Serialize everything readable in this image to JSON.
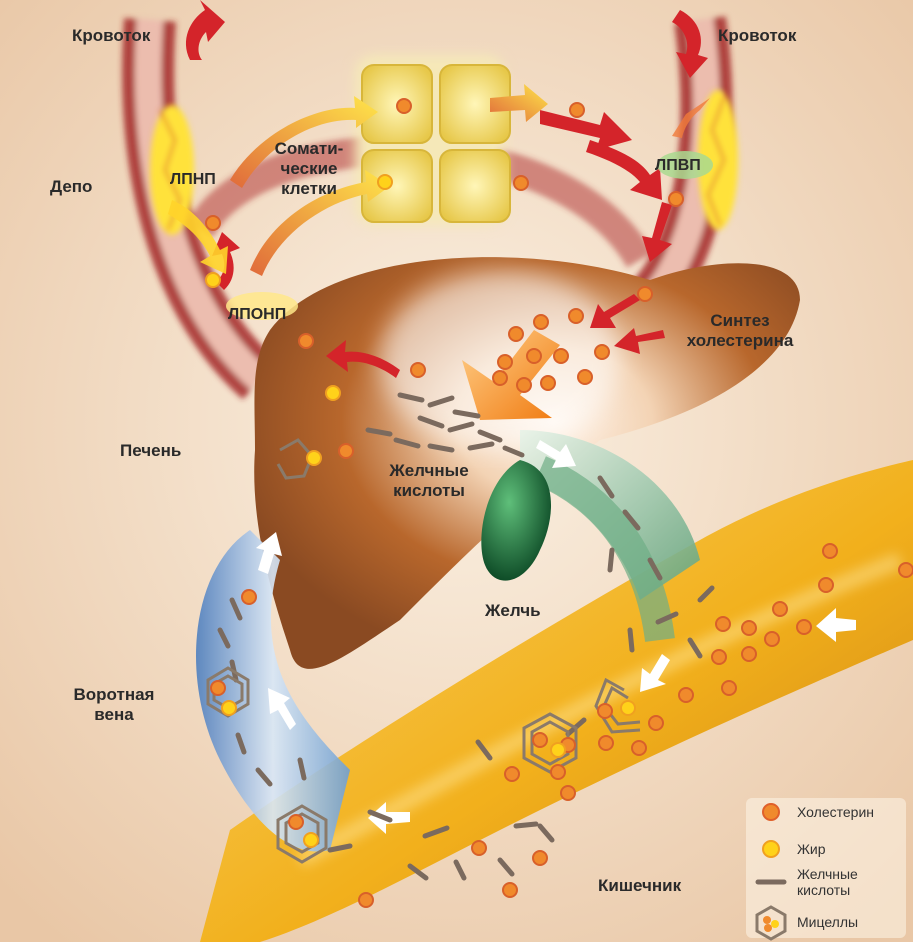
{
  "labels": {
    "blood_flow_left": "Кровоток",
    "blood_flow_right": "Кровоток",
    "depot": "Депо",
    "ldl": "ЛПНП",
    "somatic_cells": "Сомати-\nческие\nклетки",
    "hdl": "ЛПВП",
    "vldl": "ЛПОНП",
    "cholesterol_synthesis": "Синтез\nхолестерина",
    "liver": "Печень",
    "bile_acids": "Желчные\nкислоты",
    "bile": "Желчь",
    "portal_vein": "Воротная\nвена",
    "intestine": "Кишечник"
  },
  "legend": {
    "cholesterol": "Холестерин",
    "fat": "Жир",
    "bile_acids": "Желчные\nкислоты",
    "micelles": "Мицеллы"
  },
  "colors": {
    "cholesterol": "#f08a2c",
    "fat": "#ffd21a",
    "liver": "#a85a2a",
    "intestine": "#f2b01c",
    "gallbladder": "#1f6e3c",
    "portal_vein": "#7fa7d6",
    "arrow_red": "#d4242a"
  }
}
